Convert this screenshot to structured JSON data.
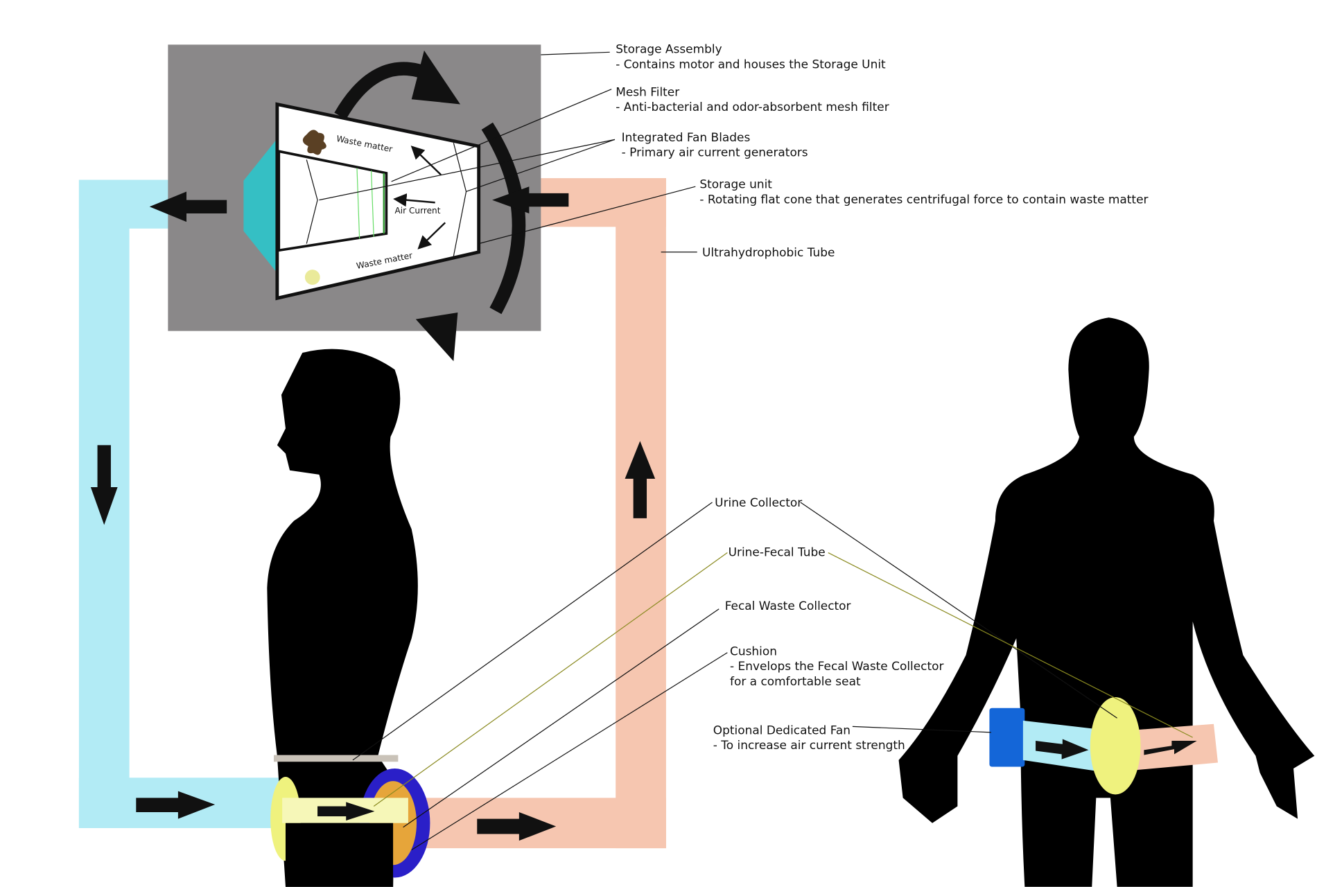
{
  "storage_unit": {
    "waste_top": "Waste matter",
    "waste_bottom": "Waste matter",
    "air_current": "Air Current"
  },
  "labels": {
    "storage_assembly": {
      "title": "Storage Assembly",
      "desc": "- Contains motor and houses the Storage Unit"
    },
    "mesh_filter": {
      "title": "Mesh Filter",
      "desc": "- Anti-bacterial and odor-absorbent mesh filter"
    },
    "fan_blades": {
      "title": "Integrated Fan Blades",
      "desc": "- Primary air current generators"
    },
    "storage_unit": {
      "title": "Storage unit",
      "desc": "- Rotating flat cone that generates centrifugal force to contain waste matter"
    },
    "tube": {
      "title": "Ultrahydrophobic Tube"
    },
    "urine_collector": {
      "title": "Urine Collector"
    },
    "urine_fecal_tube": {
      "title": "Urine-Fecal Tube"
    },
    "fecal_collector": {
      "title": "Fecal Waste Collector"
    },
    "cushion": {
      "title": "Cushion",
      "desc": "- Envelops the Fecal Waste Collector",
      "desc2": "for a comfortable seat"
    },
    "fan": {
      "title": "Optional Dedicated Fan",
      "desc": "- To increase air current strength"
    }
  },
  "colors": {
    "clean_tube": "#b2ebf5",
    "dirty_tube": "#f6c6b0",
    "housing": "#8a8889",
    "outlet": "#35bfc4",
    "urine_collector": "#eff27e",
    "fan": "#1466d8",
    "cushion": "#2a1fc8"
  }
}
